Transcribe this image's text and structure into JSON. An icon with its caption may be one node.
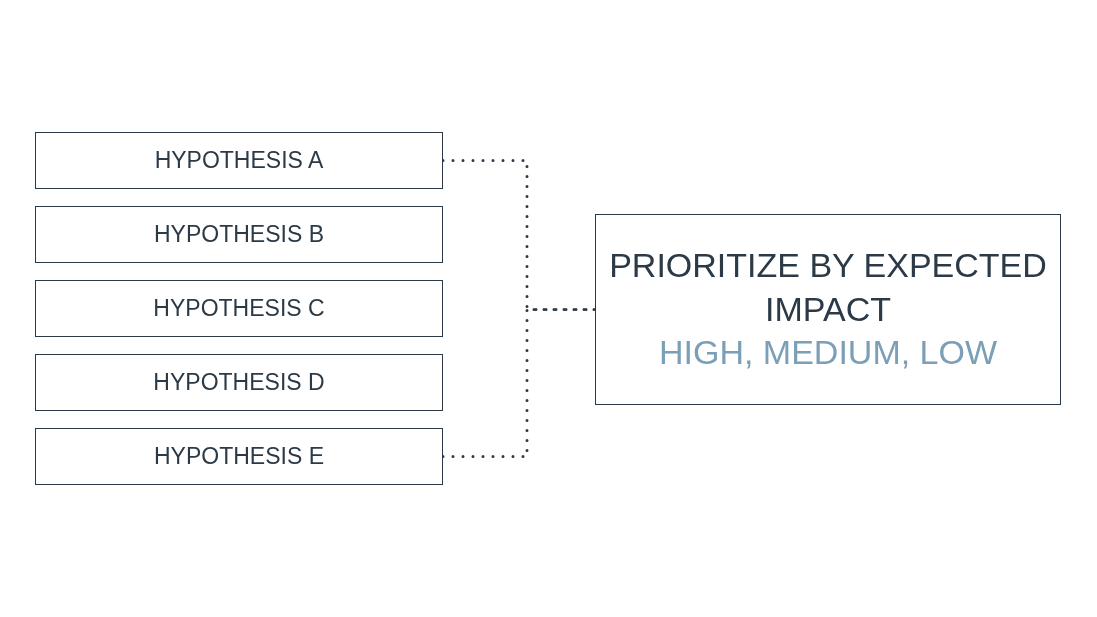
{
  "diagram": {
    "nodes": [
      {
        "text": [
          "HYPOTHESIS A"
        ]
      },
      {
        "text": [
          "HYPOTHESIS B"
        ]
      },
      {
        "text": [
          "HYPOTHESIS C"
        ]
      },
      {
        "text": [
          "HYPOTHESIS D"
        ]
      },
      {
        "text": [
          "HYPOTHESIS E"
        ]
      },
      {
        "text": [
          "PRIORITIZE BY EXPECTED IMPACT",
          "HIGH, MEDIUM, LOW"
        ]
      }
    ],
    "edges": [
      {
        "from": 0,
        "to": 5,
        "arrow": "none",
        "style": "dashed"
      },
      {
        "from": 4,
        "to": 5,
        "arrow": "none",
        "style": "dashed"
      }
    ]
  }
}
